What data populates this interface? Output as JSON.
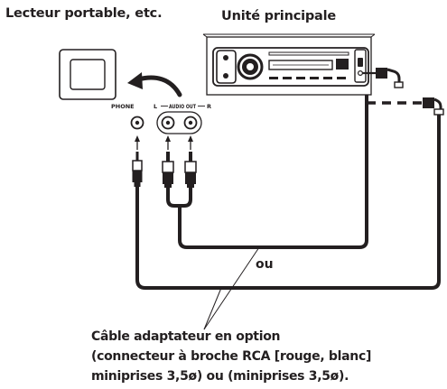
{
  "labels": {
    "portable_player": "Lecteur portable, etc.",
    "main_unit": "Unité principale",
    "or_word": "ou",
    "phone_jack": "PHONE",
    "audio_out_l": "L",
    "audio_out_title": "AUDIO OUT",
    "audio_out_r": "R"
  },
  "caption": {
    "line1": "Câble adaptateur en option",
    "line2": "(connecteur à broche RCA [rouge, blanc]",
    "line3": "miniprises 3,5ø) ou (miniprises 3,5ø)."
  }
}
